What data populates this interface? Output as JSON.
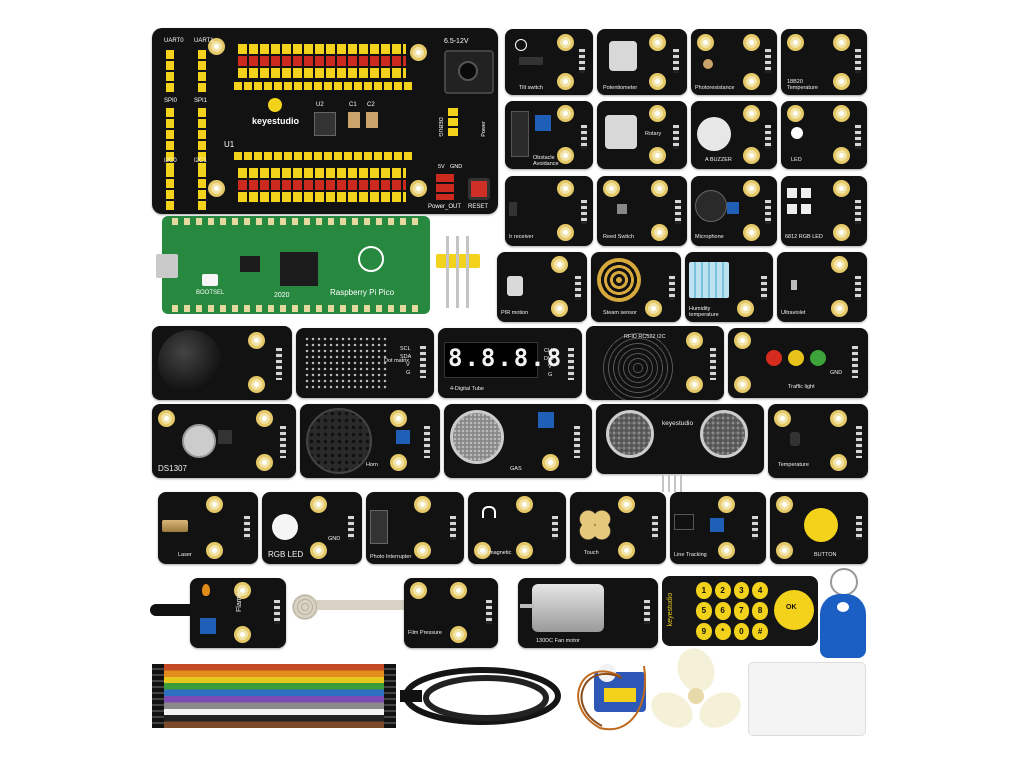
{
  "shield": {
    "brand": "keyestudio",
    "voltage": "6.5-12V",
    "uart_left": "UART0",
    "uart_right": "UART1",
    "spi_left": "SPI0",
    "spi_right": "SPI1",
    "i2c_left": "I2C0",
    "i2c_right": "I2C1",
    "u1": "U1",
    "u2": "U2",
    "c1": "C1",
    "c2": "C2",
    "debug": "DEBUG",
    "power": "Power",
    "power_out": "Power_OUT",
    "reset": "RESET",
    "v5": "5V",
    "gnd": "GND"
  },
  "pico": {
    "name": "Raspberry Pi Pico",
    "year": "2020",
    "bootsel": "BOOTSEL"
  },
  "modules": {
    "tilt": "Tilt switch",
    "potentiometer": "Potentiometer",
    "photoresistance": "Photoresistance",
    "ds18b20": "18B20 Temperature",
    "obstacle": "Obstacle Avoidance",
    "rotary": "Rotary",
    "buzzer": "A BUZZER",
    "led": "LED",
    "ir_receiver": "Ir receiver",
    "reed": "Reed Switch",
    "microphone": "Microphone",
    "rgb6812": "6812 RGB LED",
    "pir": "PIR motion",
    "steam": "Steam sensor",
    "humidity": "Humidity temperature",
    "ultraviolet": "Ultraviolet",
    "dot_matrix": "Dot matrix",
    "tube": "4-Digital Tube",
    "tube_digits": "8.8.8.8",
    "rfid": "RFID RC522 I2C",
    "traffic": "Traffic light",
    "ds1307": "DS1307",
    "horn": "Horn",
    "gas": "GAS",
    "ultrasonic_brand": "keyestudio",
    "temperature": "Temperature",
    "laser": "Laser",
    "rgb_led": "RGB LED",
    "photo_interrupter": "Photo Interrupter",
    "hall": "Hall magnetic",
    "touch": "Touch",
    "line_tracking": "Line Tracking",
    "button": "BUTTON",
    "flame": "Flame",
    "film_pressure": "Film Pressure",
    "fan_motor": "130DC Fan motor"
  },
  "remote": {
    "brand": "keyestudio",
    "keys": [
      "1",
      "2",
      "3",
      "4",
      "5",
      "6",
      "7",
      "8",
      "9",
      "*",
      "0",
      "#"
    ],
    "ok": "OK"
  },
  "pins": {
    "scl": "SCL",
    "sda": "SDA",
    "v": "V",
    "g": "G",
    "clk": "CLK",
    "dio": "DIO",
    "s": "S",
    "gnd": "GND"
  },
  "colors": {
    "board": "#121212",
    "header_yellow": "#f2d21a",
    "header_red": "#cc2a1e",
    "pico_green": "#27883f",
    "hole_gold": "#e5c867",
    "pot_blue": "#1f5fb8"
  }
}
